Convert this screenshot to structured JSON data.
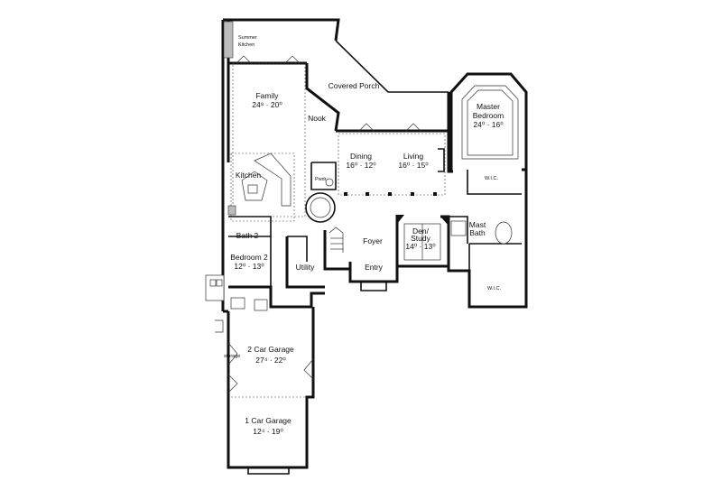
{
  "rooms": {
    "summer_kitchen": {
      "line1": "Summer",
      "line2": "Kitchen"
    },
    "family": {
      "name": "Family",
      "dim": "24⁸ · 20⁰"
    },
    "covered_porch": {
      "name": "Covered Porch"
    },
    "nook": {
      "name": "Nook"
    },
    "master_bedroom": {
      "line1": "Master",
      "line2": "Bedroom",
      "dim": "24⁰ · 16⁰"
    },
    "dining": {
      "name": "Dining",
      "dim": "16⁰ · 12⁰"
    },
    "living": {
      "name": "Living",
      "dim": "16⁰ · 15⁰"
    },
    "kitchen": {
      "name": "Kitchen"
    },
    "pwdr": {
      "name": "Pwdr"
    },
    "wic_top": {
      "name": "W.I.C."
    },
    "bath2": {
      "name": "Bath 2"
    },
    "foyer": {
      "name": "Foyer"
    },
    "den_study": {
      "line1": "Den/",
      "line2": "Study",
      "dim": "14⁰ · 13⁰"
    },
    "mast_bath": {
      "line1": "Mast",
      "line2": "Bath"
    },
    "bedroom2": {
      "name": "Bedroom 2",
      "dim": "12⁰ · 13⁰"
    },
    "utility": {
      "name": "Utility"
    },
    "entry": {
      "name": "Entry"
    },
    "wic_bottom": {
      "name": "W.I.C."
    },
    "garage2": {
      "name": "2 Car Garage",
      "dim": "27⁴ · 22⁰"
    },
    "storage": {
      "name": "storage"
    },
    "garage1": {
      "name": "1 Car Garage",
      "dim": "12⁴ · 19⁰"
    }
  }
}
